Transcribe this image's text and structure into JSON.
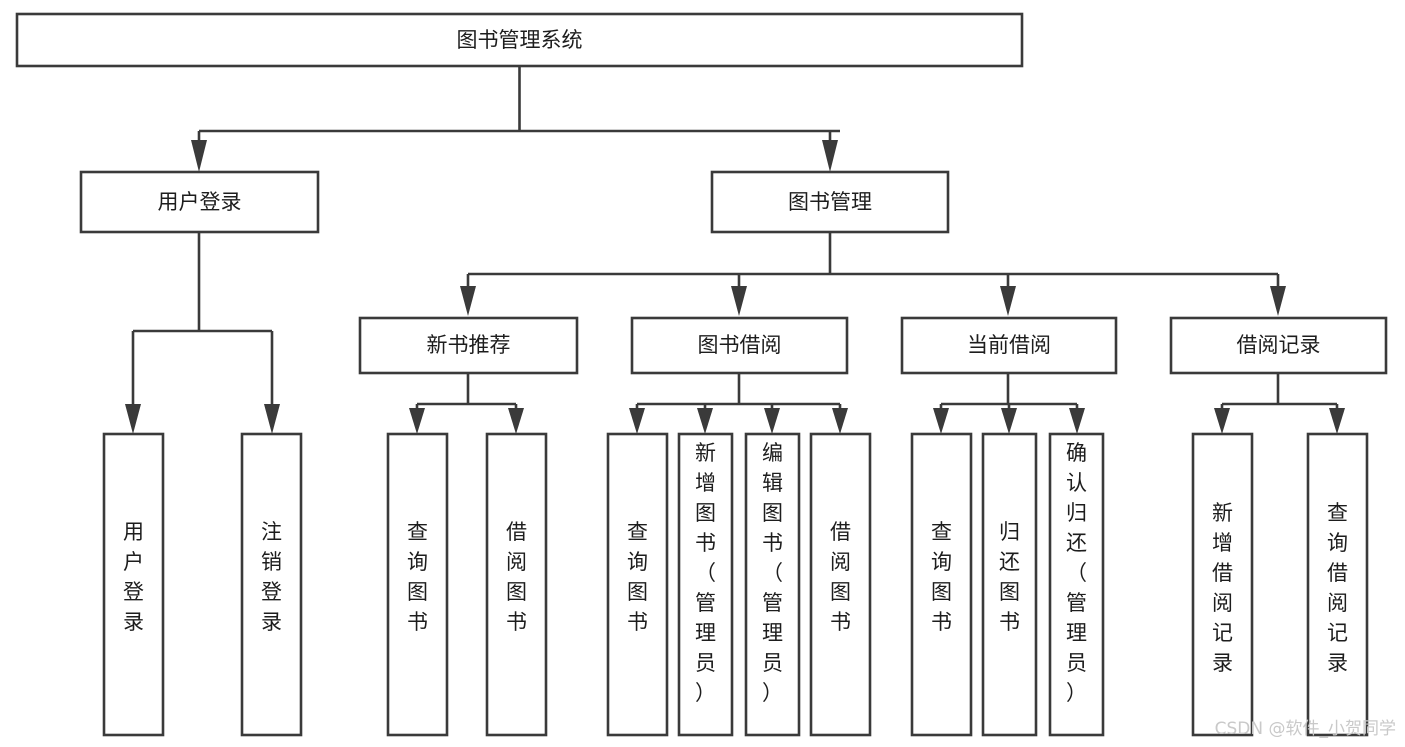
{
  "title": "图书管理系统",
  "diagram": {
    "type": "tree",
    "orientation": "top-down",
    "background_color": "#ffffff",
    "line_color": "#3a3a3a",
    "box_fill": "#ffffff",
    "text_color": "#1d1d1d"
  },
  "root": {
    "id": "root",
    "label": "图书管理系统"
  },
  "level1": [
    {
      "id": "user-login",
      "label": "用户登录"
    },
    {
      "id": "book-manage",
      "label": "图书管理"
    }
  ],
  "level2": [
    {
      "id": "new-book-recommend",
      "label": "新书推荐",
      "parent": "book-manage"
    },
    {
      "id": "book-borrow",
      "label": "图书借阅",
      "parent": "book-manage"
    },
    {
      "id": "current-borrow",
      "label": "当前借阅",
      "parent": "book-manage"
    },
    {
      "id": "borrow-record",
      "label": "借阅记录",
      "parent": "book-manage"
    }
  ],
  "leaves": [
    {
      "id": "leaf-user-login",
      "label": "用户登录",
      "parent": "user-login"
    },
    {
      "id": "leaf-logout",
      "label": "注销登录",
      "parent": "user-login"
    },
    {
      "id": "leaf-query-book-1",
      "label": "查询图书",
      "parent": "new-book-recommend"
    },
    {
      "id": "leaf-borrow-book-1",
      "label": "借阅图书",
      "parent": "new-book-recommend"
    },
    {
      "id": "leaf-query-book-2",
      "label": "查询图书",
      "parent": "book-borrow"
    },
    {
      "id": "leaf-add-book",
      "label": "新增图书（管理员）",
      "parent": "book-borrow"
    },
    {
      "id": "leaf-edit-book",
      "label": "编辑图书（管理员）",
      "parent": "book-borrow"
    },
    {
      "id": "leaf-borrow-book-2",
      "label": "借阅图书",
      "parent": "book-borrow"
    },
    {
      "id": "leaf-query-book-3",
      "label": "查询图书",
      "parent": "current-borrow"
    },
    {
      "id": "leaf-return-book",
      "label": "归还图书",
      "parent": "current-borrow"
    },
    {
      "id": "leaf-confirm-return",
      "label": "确认归还（管理员）",
      "parent": "current-borrow"
    },
    {
      "id": "leaf-add-record",
      "label": "新增借阅记录",
      "parent": "borrow-record"
    },
    {
      "id": "leaf-query-record",
      "label": "查询借阅记录",
      "parent": "borrow-record"
    }
  ],
  "watermark": {
    "text": "CSDN @软件_小贺同学"
  }
}
